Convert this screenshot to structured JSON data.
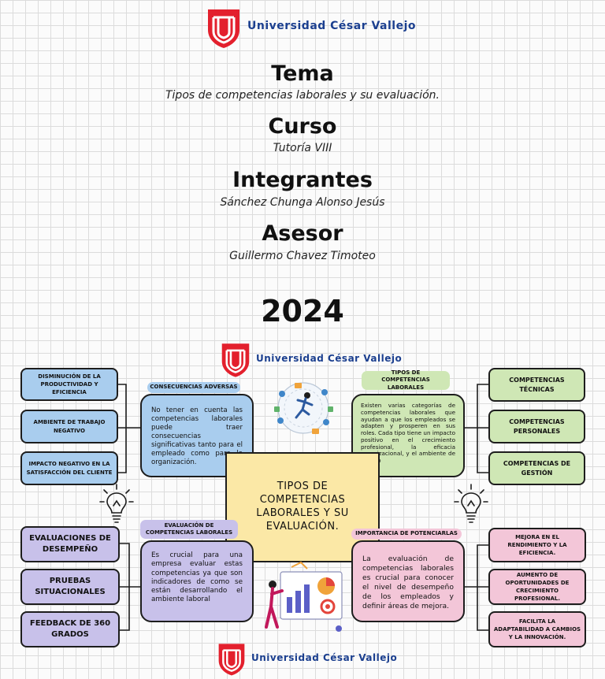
{
  "university": {
    "name": "Universidad César Vallejo"
  },
  "cover": {
    "tema_heading": "Tema",
    "tema_value": "Tipos de competencias laborales y su evaluación.",
    "curso_heading": "Curso",
    "curso_value": "Tutoría VIII",
    "integrantes_heading": "Integrantes",
    "integrantes_value": "Sánchez Chunga Alonso Jesús",
    "asesor_heading": "Asesor",
    "asesor_value": "Guillermo Chavez Timoteo",
    "year": "2024"
  },
  "mindmap": {
    "center_title": "Tipos de competencias laborales y su evaluación.",
    "consecuencias": {
      "tag": "Consecuencias adversas",
      "text": "No tener en cuenta las competencias laborales puede traer consecuencias significativas tanto para el empleado como para la organización.",
      "items": [
        "Disminución de la productividad y eficiencia",
        "Ambiente de trabajo negativo",
        "Impacto negativo en la satisfacción del cliente"
      ]
    },
    "tipos": {
      "tag": "Tipos de competencias laborales",
      "text": "Existen varias categorías de competencias laborales que ayudan a que los empleados se adapten y prosperen en sus roles. Cada tipo tiene un impacto positivo en el crecimiento profesional, la eficacia organizacional, y el ambiente de trabajo",
      "items": [
        "Competencias técnicas",
        "Competencias personales",
        "Competencias de gestión"
      ]
    },
    "evaluacion": {
      "tag": "Evaluación de competencias laborales",
      "text": "Es crucial para una empresa evaluar estas competencias ya que son indicadores de como se están desarrollando el ambiente laboral",
      "items": [
        "Evaluaciones de desempeño",
        "Pruebas situacionales",
        "Feedback de 360 grados"
      ]
    },
    "importancia": {
      "tag": "Importancia de potenciarlas",
      "text": "La evaluación de competencias laborales es crucial para conocer el nivel de desempeño de los empleados y definir áreas de mejora.",
      "items": [
        "Mejora en el rendimiento y la eficiencia.",
        "Aumento de oportunidades de crecimiento profesional.",
        "Facilita la adaptabilidad a cambios y la innovación."
      ]
    }
  },
  "colors": {
    "blue": "#a9cdee",
    "green": "#cfe7b5",
    "purple": "#c8c1ea",
    "pink": "#f3c6d8",
    "yellow": "#fbe8a6",
    "brand_red": "#e3202d",
    "brand_blue": "#1b3f8f"
  },
  "icons": [
    "university-shield-icon",
    "lightbulb-icon",
    "person-network-illustration",
    "business-charts-illustration"
  ]
}
